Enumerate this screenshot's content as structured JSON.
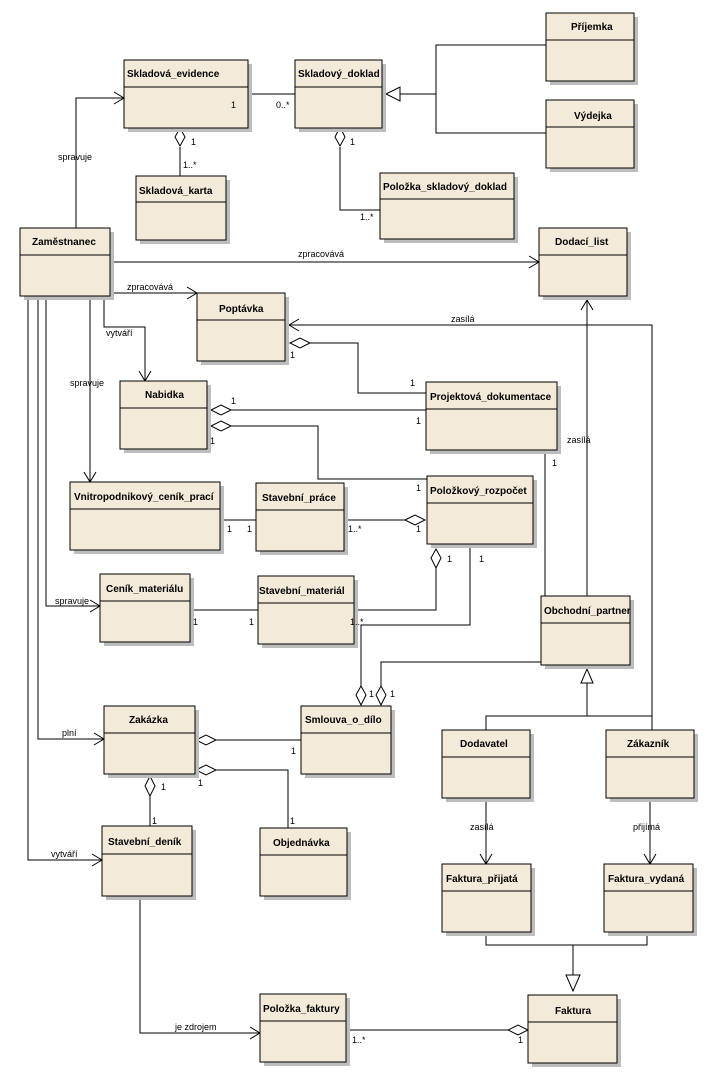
{
  "classes": {
    "skladova_evidence": "Skladová_evidence",
    "skladovy_doklad": "Skladový_doklad",
    "prijemka": "Příjemka",
    "vydejka": "Výdejka",
    "skladova_karta": "Skladová_karta",
    "polozka_skladovy_doklad": "Položka_skladový_doklad",
    "zamestnanec": "Zaměstnanec",
    "dodaci_list": "Dodací_list",
    "poptavka": "Poptávka",
    "projektova_dokumentace": "Projektová_dokumentace",
    "nabidka": "Nabidka",
    "vnitropodnikovy_cenik_praci": "Vnitropodnikový_ceník_prací",
    "stavebni_prace": "Stavební_práce",
    "polozkovy_rozpocet": "Položkový_rozpočet",
    "cenik_materialu": "Ceník_materiálu",
    "stavebni_material": "Stavební_materiál",
    "obchodni_partner": "Obchodní_partner",
    "zakazka": "Zakázka",
    "smlouva_o_dilo": "Smlouva_o_dílo",
    "dodavatel": "Dodavatel",
    "zakaznik": "Zákazník",
    "stavebni_denik": "Stavební_deník",
    "objednavka": "Objednávka",
    "faktura_prijata": "Faktura_přijatá",
    "faktura_vydana": "Faktura_vydaná",
    "polozka_faktury": "Položka_faktury",
    "faktura": "Faktura"
  },
  "labels": {
    "spravuje_1": "spravuje",
    "zpracovava_1": "zpracovává",
    "zpracovava_2": "zpracovává",
    "vytvari_1": "vytváří",
    "spravuje_2": "spravuje",
    "zasila_1": "zasílá",
    "zasila_2": "zasílá",
    "spravuje_3": "spravuje",
    "plni": "plní",
    "vytvari_2": "vytváří",
    "zasila_3": "zasílá",
    "prijima": "přijímá",
    "je_zdrojem": "je zdrojem"
  },
  "multiplicities": {
    "m_se_sd_1": "1",
    "m_se_sd_many": "0..*",
    "m_se_sk_1": "1",
    "m_se_sk_many": "1..*",
    "m_sd_pol_1": "1",
    "m_sd_pol_many": "1..*",
    "m_pop_pd_1a": "1",
    "m_pop_pd_1b": "1",
    "m_nab_pd_1a": "1",
    "m_nab_pd_1b": "1",
    "m_nab_pr_1a": "1",
    "m_nab_pr_1b": "1",
    "m_pd_1": "1",
    "m_vc_sp_1a": "1",
    "m_vc_sp_1b": "1",
    "m_sp_pr_many": "1..*",
    "m_sp_pr_1": "1",
    "m_pr_1a": "1",
    "m_pr_1b": "1",
    "m_cm_sm_1a": "1",
    "m_cm_sm_1b": "1",
    "m_sm_many": "1..*",
    "m_smlouva_1a": "1",
    "m_smlouva_1b": "1",
    "m_zak_sod_1": "1",
    "m_zak_sd_1a": "1",
    "m_zak_sd_1b": "1",
    "m_zak_obj_1a": "1",
    "m_zak_obj_1b": "1",
    "m_pf_many": "1..*",
    "m_f_1": "1"
  }
}
